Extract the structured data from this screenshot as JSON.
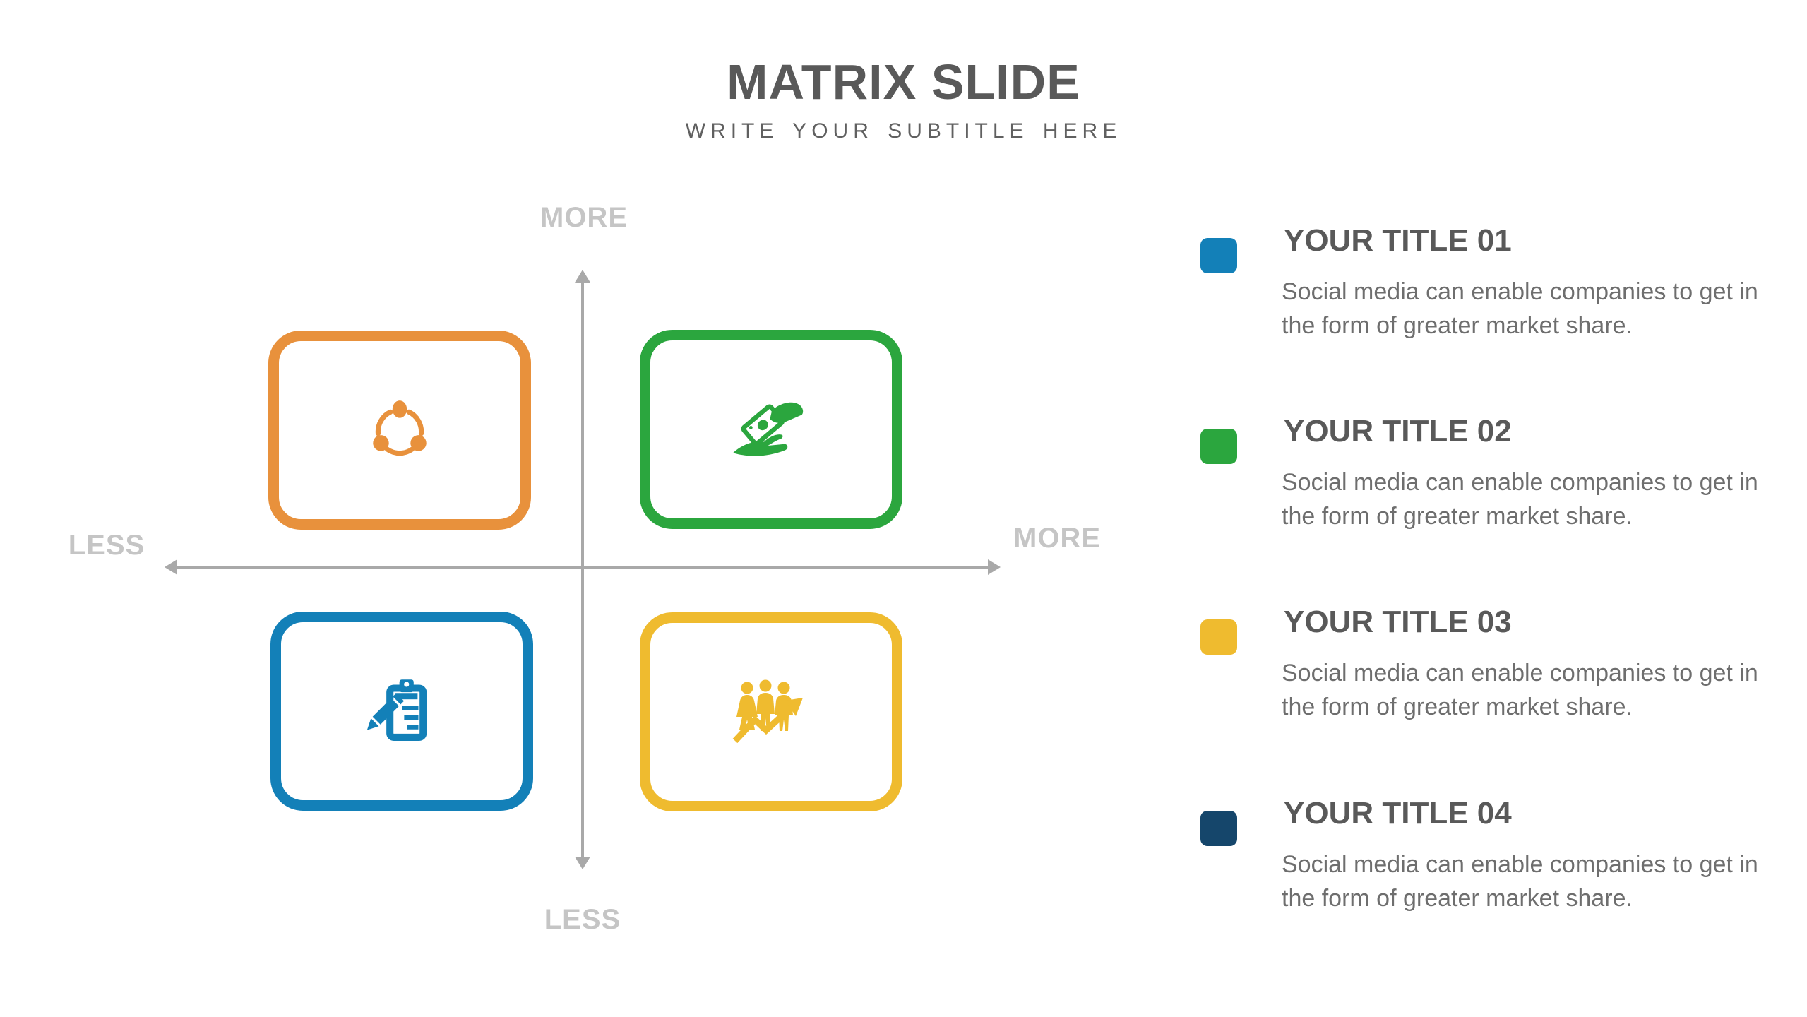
{
  "slide": {
    "title": "MATRIX SLIDE",
    "subtitle": "WRITE YOUR SUBTITLE HERE"
  },
  "matrix": {
    "axis_color": "#A9A9A9",
    "label_color": "#C5C5C5",
    "labels": {
      "top": "MORE",
      "bottom": "LESS",
      "left": "LESS",
      "right": "MORE"
    },
    "quadrants": [
      {
        "position": "top-left",
        "icon": "share-icon",
        "color": "#E8913C"
      },
      {
        "position": "top-right",
        "icon": "hand-giving-money-icon",
        "color": "#2BA63E"
      },
      {
        "position": "bottom-left",
        "icon": "clipboard-pencil-icon",
        "color": "#1380B8"
      },
      {
        "position": "bottom-right",
        "icon": "team-growth-arrow-icon",
        "color": "#EFBB2F"
      }
    ]
  },
  "legend": {
    "items": [
      {
        "title": "YOUR TITLE 01",
        "color": "#1380B8",
        "lines": [
          "Social media can enable companies to get in",
          "the form of greater market share."
        ]
      },
      {
        "title": "YOUR TITLE 02",
        "color": "#2BA63E",
        "lines": [
          "Social media can enable companies to get in",
          "the form of greater market share."
        ]
      },
      {
        "title": "YOUR TITLE 03",
        "color": "#EFBB2F",
        "lines": [
          "Social media can enable companies to get in",
          "the form of greater market share."
        ]
      },
      {
        "title": "YOUR TITLE 04",
        "color": "#15466B",
        "lines": [
          "Social media can enable companies to get in",
          "the form of greater market share."
        ]
      }
    ]
  }
}
